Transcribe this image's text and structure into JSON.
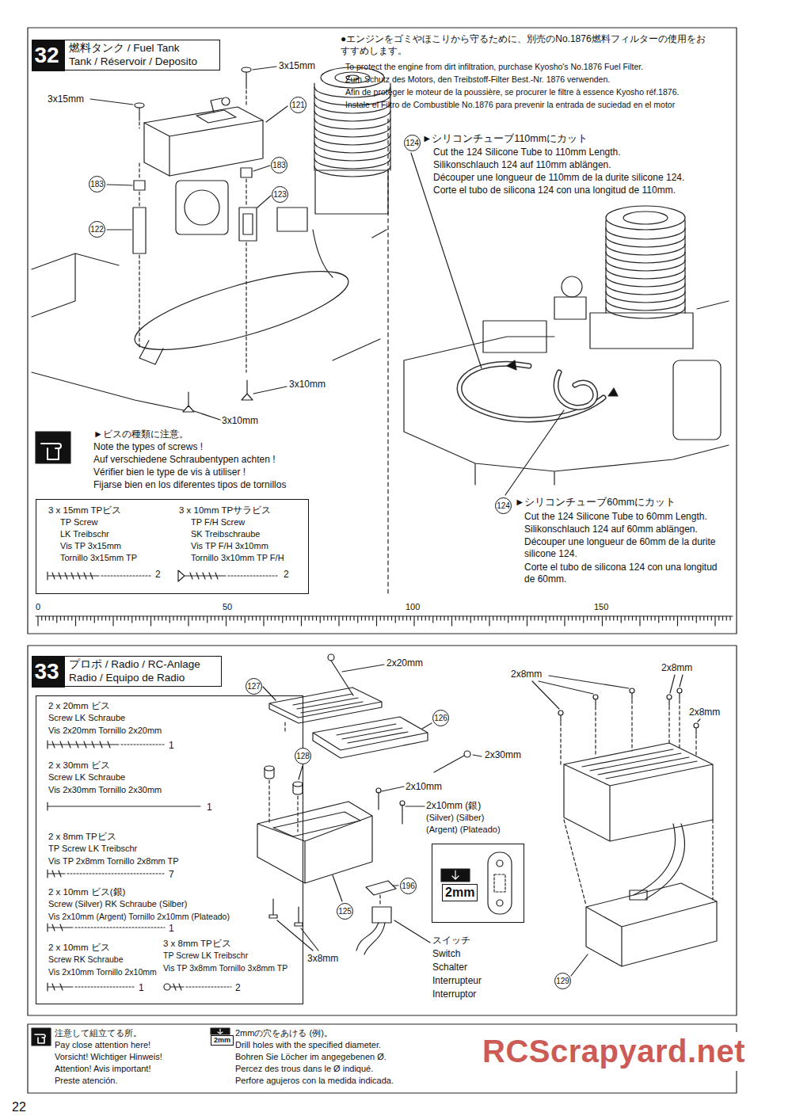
{
  "diagram": {
    "nodes": [
      {
        "text": [
          "32"
        ]
      },
      {
        "text": [
          "燃料タンク / Fuel Tank",
          "Tank / Réservoir / Deposito"
        ]
      },
      {
        "text": [
          "3 x 15mm TPビス",
          "TP Screw",
          "LK Treibschr",
          "Vis TP 3x15mm",
          "Tornillo 3x15mm TP",
          "2",
          "3 x 10mm TPサラビス",
          "TP F/H Screw",
          "SK Treibschraube",
          "Vis TP F/H 3x10mm",
          "Tornillo 3x10mm TP F/H",
          "2"
        ]
      },
      {
        "text": [
          "33"
        ]
      },
      {
        "text": [
          "プロポ / Radio / RC-Anlage",
          "Radio / Equipo de Radio"
        ]
      },
      {
        "text": [
          "2 x 20mm ビス",
          "Screw LK Schraube",
          "Vis 2x20mm Tornillo 2x20mm",
          "1",
          "2 x 30mm ビス",
          "Screw LK Schraube",
          "Vis 2x30mm Tornillo 2x30mm",
          "1",
          "2 x 8mm TPビス",
          "TP Screw LK Treibschr",
          "Vis TP 2x8mm Tornillo 2x8mm TP",
          "7",
          "2 x 10mm ビス(銀)",
          "Screw (Silver) RK Schraube (Silber)",
          "Vis 2x10mm (Argent) Tornillo 2x10mm (Plateado)",
          "1",
          "2 x 10mm ビス",
          "Screw RK Schraube",
          "Vis 2x10mm Tornillo 2x10mm",
          "1",
          "3 x 8mm TPビス",
          "TP Screw LK Treibschr",
          "Vis TP 3x8mm Tornillo 3x8mm TP",
          "2"
        ]
      },
      {
        "text": [
          "2mm"
        ]
      }
    ],
    "labels": [
      "●エンジンをゴミやほこりから守るために、別売のNo.1876燃料フィルターの使用をおすすめします。",
      "To protect the engine from dirt infiltration, purchase Kyosho's No.1876 Fuel Filter.",
      "Zum Schutz des Motors, den Treibstoff-Filter Best.-Nr. 1876 verwenden.",
      "Afin de protéger le moteur de la poussière, se procurer le filtre à essence Kyosho réf.1876.",
      "Instale el Filtro de Combustible No.1876 para prevenir la entrada de suciedad en el motor",
      "3x15mm",
      "3x15mm",
      "121",
      "183",
      "183",
      "123",
      "122",
      "3x10mm",
      "3x10mm",
      "124",
      "►シリコンチューブ110mmにカット",
      "Cut the 124 Silicone Tube to 110mm Length.",
      "Silikonschlauch 124 auf 110mm ablängen.",
      "Découper une longueur de 110mm de la durite silicone 124.",
      "Corte el tubo de silicona 124 con una longitud de 110mm.",
      "124",
      "►シリコンチューブ60mmにカット",
      "Cut the 124 Silicone Tube to 60mm Length.",
      "Silikonschlauch 124 auf 60mm ablängen.",
      "Découper une longueur de 60mm de la durite silicone 124.",
      "Corte el tubo de silicona 124 con una longitud de 60mm.",
      "►ビスの種類に注意。",
      "Note the types of screws !",
      "Auf verschiedene Schraubentypen achten !",
      "Vérifier bien le type de vis à utiliser !",
      "Fijarse bien en los diferentes tipos de tornillos",
      "0",
      "50",
      "100",
      "150",
      "2x20mm",
      "127",
      "126",
      "2x30mm",
      "128",
      "2x10mm",
      "2x10mm (銀)",
      "(Silver) (Silber)",
      "(Argent) (Plateado)",
      "196",
      "125",
      "3x8mm",
      "スイッチ",
      "Switch",
      "Schalter",
      "Interrupteur",
      "Interruptor",
      "2x8mm",
      "2x8mm",
      "2x8mm",
      "129",
      "2mm",
      "22",
      "RCScrapyard.net"
    ],
    "legend": [
      {
        "text": "注意して組立てる所。"
      },
      {
        "text": "Pay close attention here!"
      },
      {
        "text": "Vorsicht! Wichtiger Hinweis!"
      },
      {
        "text": "Attention! Avis important!"
      },
      {
        "text": "Preste atención."
      },
      {
        "text": "2mmの穴をあける (例)。"
      },
      {
        "text": "Drill holes with the specified diameter."
      },
      {
        "text": "Bohren Sie Löcher im angegebenen Ø."
      },
      {
        "text": "Percez des trous dans le Ø indiqué."
      },
      {
        "text": "Perfore agujeros con la medida indicada."
      }
    ]
  }
}
